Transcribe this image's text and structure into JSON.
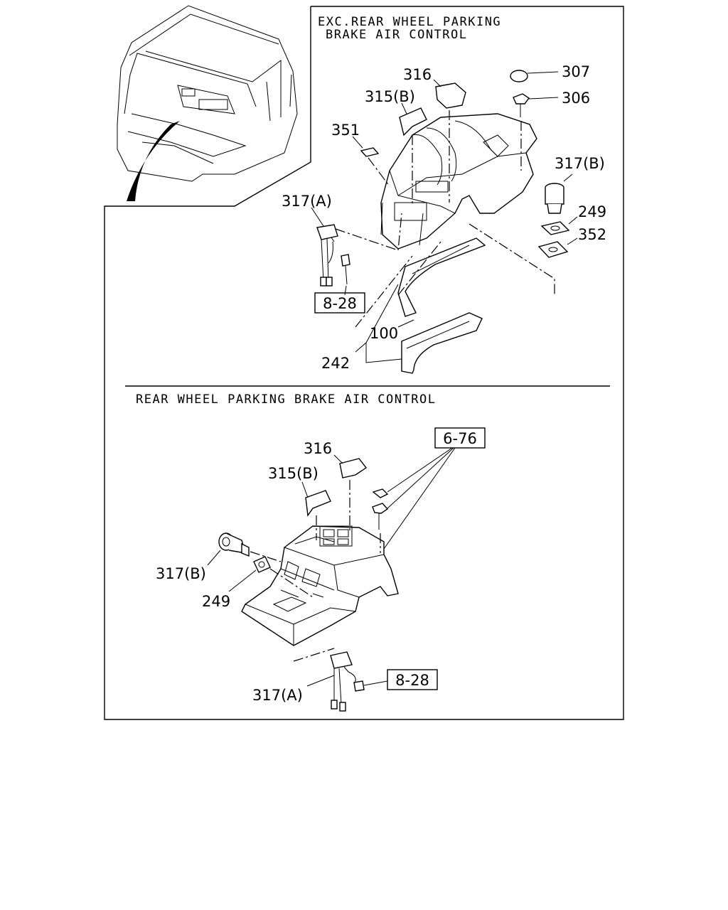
{
  "top_section": {
    "title_line1": "EXC.REAR WHEEL PARKING",
    "title_line2": "BRAKE AIR CONTROL",
    "callouts": {
      "c316": "316",
      "c307": "307",
      "c315b": "315(B)",
      "c306": "306",
      "c351": "351",
      "c317b": "317(B)",
      "c317a": "317(A)",
      "c249": "249",
      "c352": "352",
      "c100": "100",
      "c242": "242"
    },
    "ref_box": "8-28"
  },
  "bottom_section": {
    "title": "REAR WHEEL PARKING BRAKE AIR CONTROL",
    "callouts": {
      "c316": "316",
      "c315b": "315(B)",
      "c317b": "317(B)",
      "c249": "249",
      "c317a": "317(A)"
    },
    "ref_box_top": "6-76",
    "ref_box_bottom": "8-28"
  }
}
